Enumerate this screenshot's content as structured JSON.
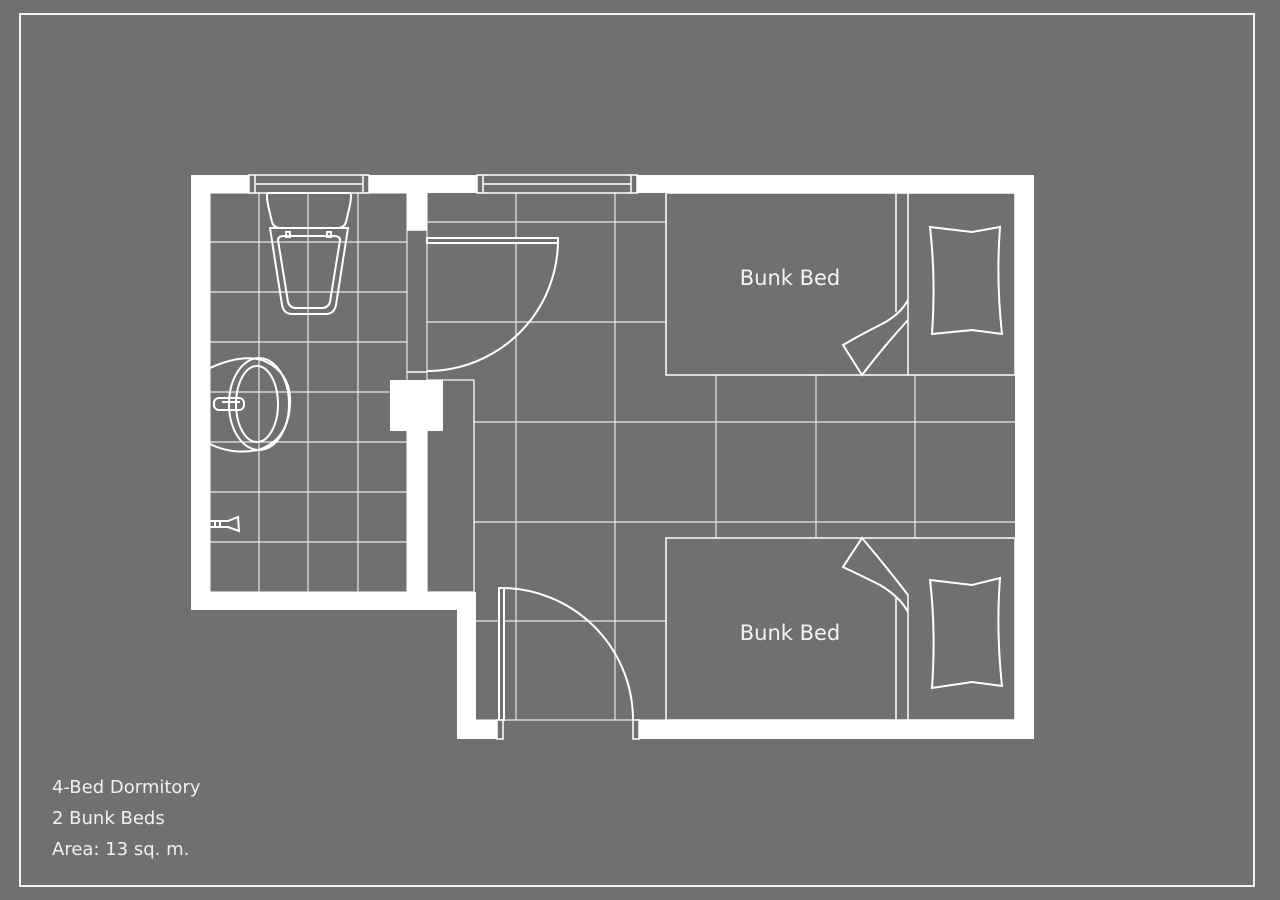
{
  "colors": {
    "background": "#6f706f",
    "lines": "#ffffff",
    "text": "#f0f0f0"
  },
  "plan": {
    "rooms": [
      {
        "id": "bathroom",
        "fixtures": [
          "toilet-icon",
          "sink-icon",
          "faucet-icon",
          "shower-icon"
        ]
      },
      {
        "id": "bedroom",
        "fixtures": [
          "bunk-bed",
          "bunk-bed",
          "entry-door",
          "bathroom-door",
          "window"
        ]
      }
    ],
    "beds": [
      {
        "label": "Bunk Bed"
      },
      {
        "label": "Bunk Bed"
      }
    ]
  },
  "caption": {
    "title": "4-Bed Dormitory",
    "beds": "2 Bunk Beds",
    "area": "Area: 13 sq. m."
  }
}
